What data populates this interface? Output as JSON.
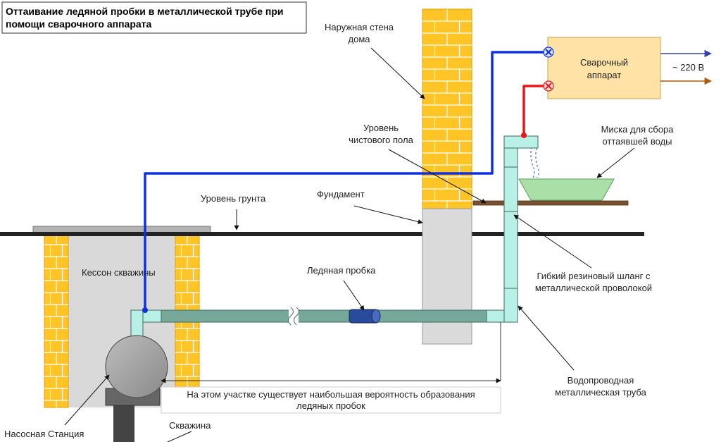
{
  "title": {
    "line1": "Оттаивание ледяной пробки в металлической трубе при",
    "line2": "помощи сварочного аппарата"
  },
  "labels": {
    "outer_wall": [
      "Наружная стена",
      "дома"
    ],
    "finished_floor": [
      "Уровень",
      "чистового пола"
    ],
    "foundation": "Фундамент",
    "ground_level": "Уровень грунта",
    "caisson": "Кессон скважины",
    "ice_plug": "Ледяная пробка",
    "welder": [
      "Сварочный",
      "аппарат"
    ],
    "voltage": "~ 220 В",
    "bowl": [
      "Миска для сбора",
      "оттаявшей воды"
    ],
    "hose": [
      "Гибкий резиновый шланг с",
      "металлической проволокой"
    ],
    "metal_pipe": [
      "Водопроводная",
      "металлическая труба"
    ],
    "zone_note": [
      "На этом участке существует наибольшая вероятность образования",
      "ледяных пробок"
    ],
    "pump_station": "Насосная Станция",
    "well": "Скважина"
  },
  "colors": {
    "brick": "#FFC425",
    "brick_line": "#E0A000",
    "pipe_fill": "#78A89A",
    "hose_fill": "#B8F0E8",
    "negative_cable": "#1030E0",
    "positive_cable": "#E81818",
    "welder_fill": "#FFE3A6",
    "bowl_fill": "#A8E0A8",
    "floor_board": "#7A5230",
    "ice_plug": "#2A4A9C",
    "foundation_fill": "#DADADA",
    "caisson_fill": "#D9D9D9",
    "ground": "#222222"
  }
}
